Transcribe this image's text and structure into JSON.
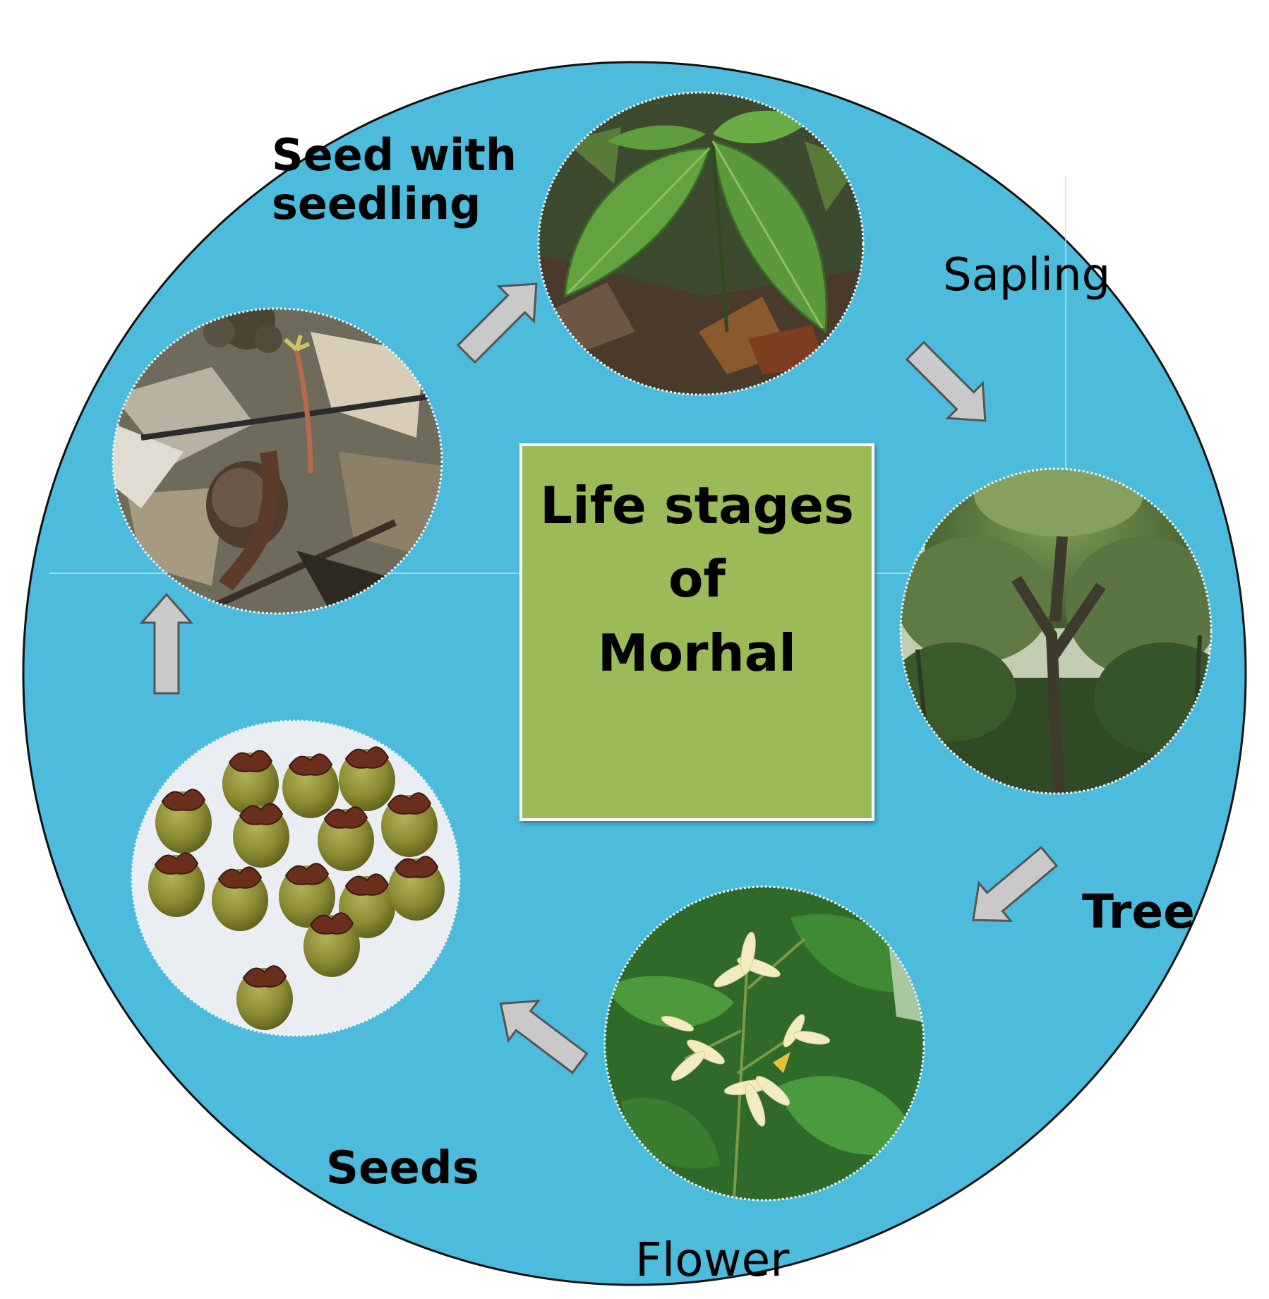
{
  "diagram": {
    "center_title": "Life stages\nof\nMorhal",
    "stages": [
      {
        "label": "Seed with\nseedling",
        "photo": "germinating-seed-photo"
      },
      {
        "label": "Sapling",
        "photo": "sapling-photo"
      },
      {
        "label": "Tree",
        "photo": "tree-photo"
      },
      {
        "label": "Flower",
        "photo": "flower-photo"
      },
      {
        "label": "Seeds",
        "photo": "seeds-photo"
      }
    ],
    "colors": {
      "background_circle": "#4dbcdc",
      "center_box": "#9bbb59",
      "arrow_fill": "#c9c9c9",
      "arrow_stroke": "#555555"
    }
  }
}
